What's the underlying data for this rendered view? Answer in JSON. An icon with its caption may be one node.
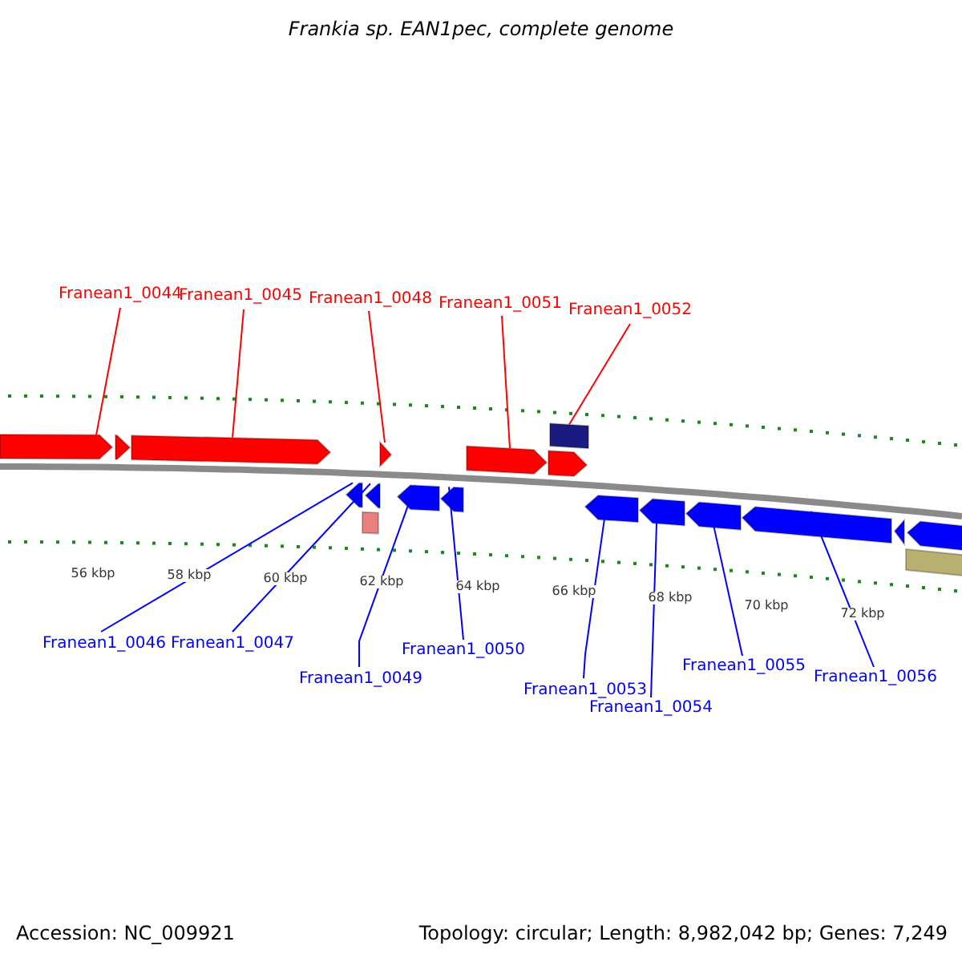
{
  "diagram": {
    "title": "Frankia sp. EAN1pec, complete genome",
    "nodes": [
      {
        "text": [
          "Franean1_0044"
        ]
      },
      {
        "text": [
          "Franean1_0045"
        ]
      },
      {
        "text": [
          "Franean1_0048"
        ]
      },
      {
        "text": [
          "Franean1_0051"
        ]
      },
      {
        "text": [
          "Franean1_0052"
        ]
      },
      {
        "text": [],
        "shape": "bar"
      },
      {
        "text": [],
        "shape": "bar"
      },
      {
        "text": [],
        "shape": "bar"
      },
      {
        "text": [],
        "shape": "bar"
      },
      {
        "text": [],
        "shape": "bar"
      },
      {
        "text": [],
        "shape": "bar"
      },
      {
        "text": [],
        "shape": "box"
      },
      {
        "text": [],
        "shape": "bar"
      },
      {
        "text": [],
        "shape": "bar"
      },
      {
        "text": [],
        "shape": "box"
      },
      {
        "text": [],
        "shape": "bar"
      },
      {
        "text": [],
        "shape": "bar"
      },
      {
        "text": [],
        "shape": "bar"
      },
      {
        "text": [],
        "shape": "bar"
      },
      {
        "text": [],
        "shape": "bar"
      },
      {
        "text": [],
        "shape": "bar"
      },
      {
        "text": [],
        "shape": "bar"
      },
      {
        "text": [],
        "shape": "bar"
      },
      {
        "text": [],
        "shape": "box"
      },
      {
        "text": [
          "Franean1_0046"
        ]
      },
      {
        "text": [
          "Franean1_0047"
        ]
      },
      {
        "text": [
          "Franean1_0049"
        ]
      },
      {
        "text": [
          "Franean1_0050"
        ]
      },
      {
        "text": [
          "Franean1_0053"
        ]
      },
      {
        "text": [
          "Franean1_0054"
        ]
      },
      {
        "text": [
          "Franean1_0055"
        ]
      },
      {
        "text": [
          "Franean1_0056"
        ]
      }
    ],
    "edges": [
      {
        "from": 0,
        "to": 5,
        "arrow": "none",
        "color": "#ff0000"
      },
      {
        "from": 1,
        "to": 7,
        "arrow": "none",
        "color": "#ff0000"
      },
      {
        "from": 2,
        "to": 8,
        "arrow": "none",
        "color": "#ff0000"
      },
      {
        "from": 3,
        "to": 9,
        "arrow": "none",
        "color": "#ff0000"
      },
      {
        "from": 4,
        "to": 11,
        "arrow": "none",
        "color": "#ff0000"
      },
      {
        "from": 24,
        "to": 12,
        "arrow": "none"
      },
      {
        "from": 25,
        "to": 13,
        "arrow": "none"
      },
      {
        "from": 26,
        "to": 15,
        "arrow": "none"
      },
      {
        "from": 27,
        "to": 16,
        "arrow": "none"
      },
      {
        "from": 28,
        "to": 17,
        "arrow": "none"
      },
      {
        "from": 29,
        "to": 18,
        "arrow": "none"
      },
      {
        "from": 30,
        "to": 19,
        "arrow": "none"
      },
      {
        "from": 31,
        "to": 20,
        "arrow": "none"
      }
    ],
    "labels": [
      "56 kbp",
      "58 kbp",
      "60 kbp",
      "62 kbp",
      "64 kbp",
      "66 kbp",
      "68 kbp",
      "70 kbp",
      "72 kbp",
      "Accession: NC_009921",
      "Topology: circular; Length: 8,982,042 bp; Genes: 7,249"
    ]
  }
}
